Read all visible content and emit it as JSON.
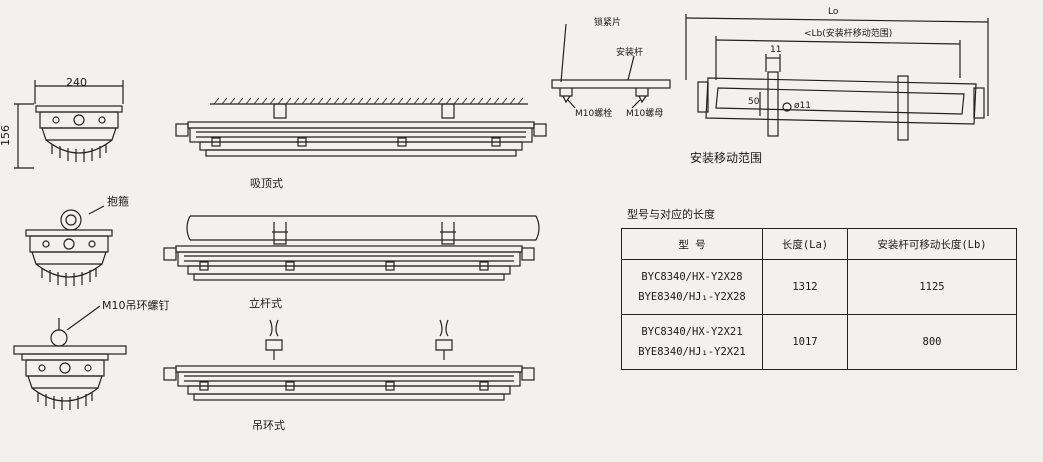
{
  "labels": {
    "dim_width": "240",
    "dim_height": "156",
    "hoop": "抱箍",
    "ring_screw": "M10吊环螺钉",
    "ceiling_mount": "吸顶式",
    "pole_mount": "立杆式",
    "hanging_mount": "吊环式",
    "lock_plate": "锁紧片",
    "mount_rod": "安装杆",
    "bolt": "M10螺栓",
    "nut": "M10螺母",
    "dim_lo": "Lo",
    "dim_lb": "<Lb(安装杆移动范围)",
    "dim_11": "11",
    "dim_50": "50",
    "dim_hole": "ø11",
    "range_caption": "安装移动范围",
    "table_title": "型号与对应的长度"
  },
  "table": {
    "headers": [
      "型  号",
      "长度(La)",
      "安装杆可移动长度(Lb)"
    ],
    "rows": [
      {
        "models": [
          "BYC8340/HX-Y2X28",
          "BYE8340/HJ₁-Y2X28"
        ],
        "la": "1312",
        "lb": "1125"
      },
      {
        "models": [
          "BYC8340/HX-Y2X21",
          "BYE8340/HJ₁-Y2X21"
        ],
        "la": "1017",
        "lb": "800"
      }
    ]
  }
}
